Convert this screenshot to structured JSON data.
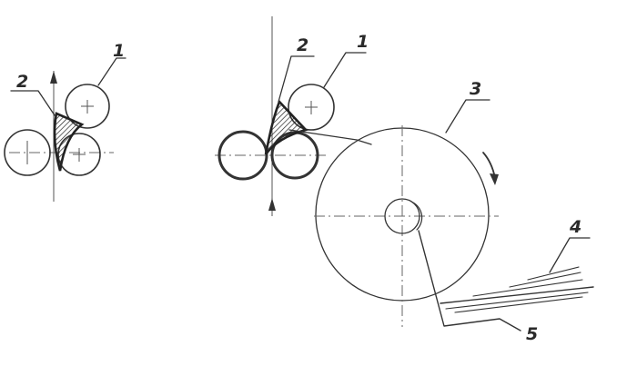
{
  "diagram": {
    "left_view": {
      "roller_label": "1",
      "bead_label": "2"
    },
    "right_view": {
      "roller_label": "1",
      "bead_label": "2",
      "drum_label": "3",
      "tray_label": "4",
      "scraper_label": "5"
    },
    "ink_color": "#333333",
    "hatch_color": "#222222"
  }
}
